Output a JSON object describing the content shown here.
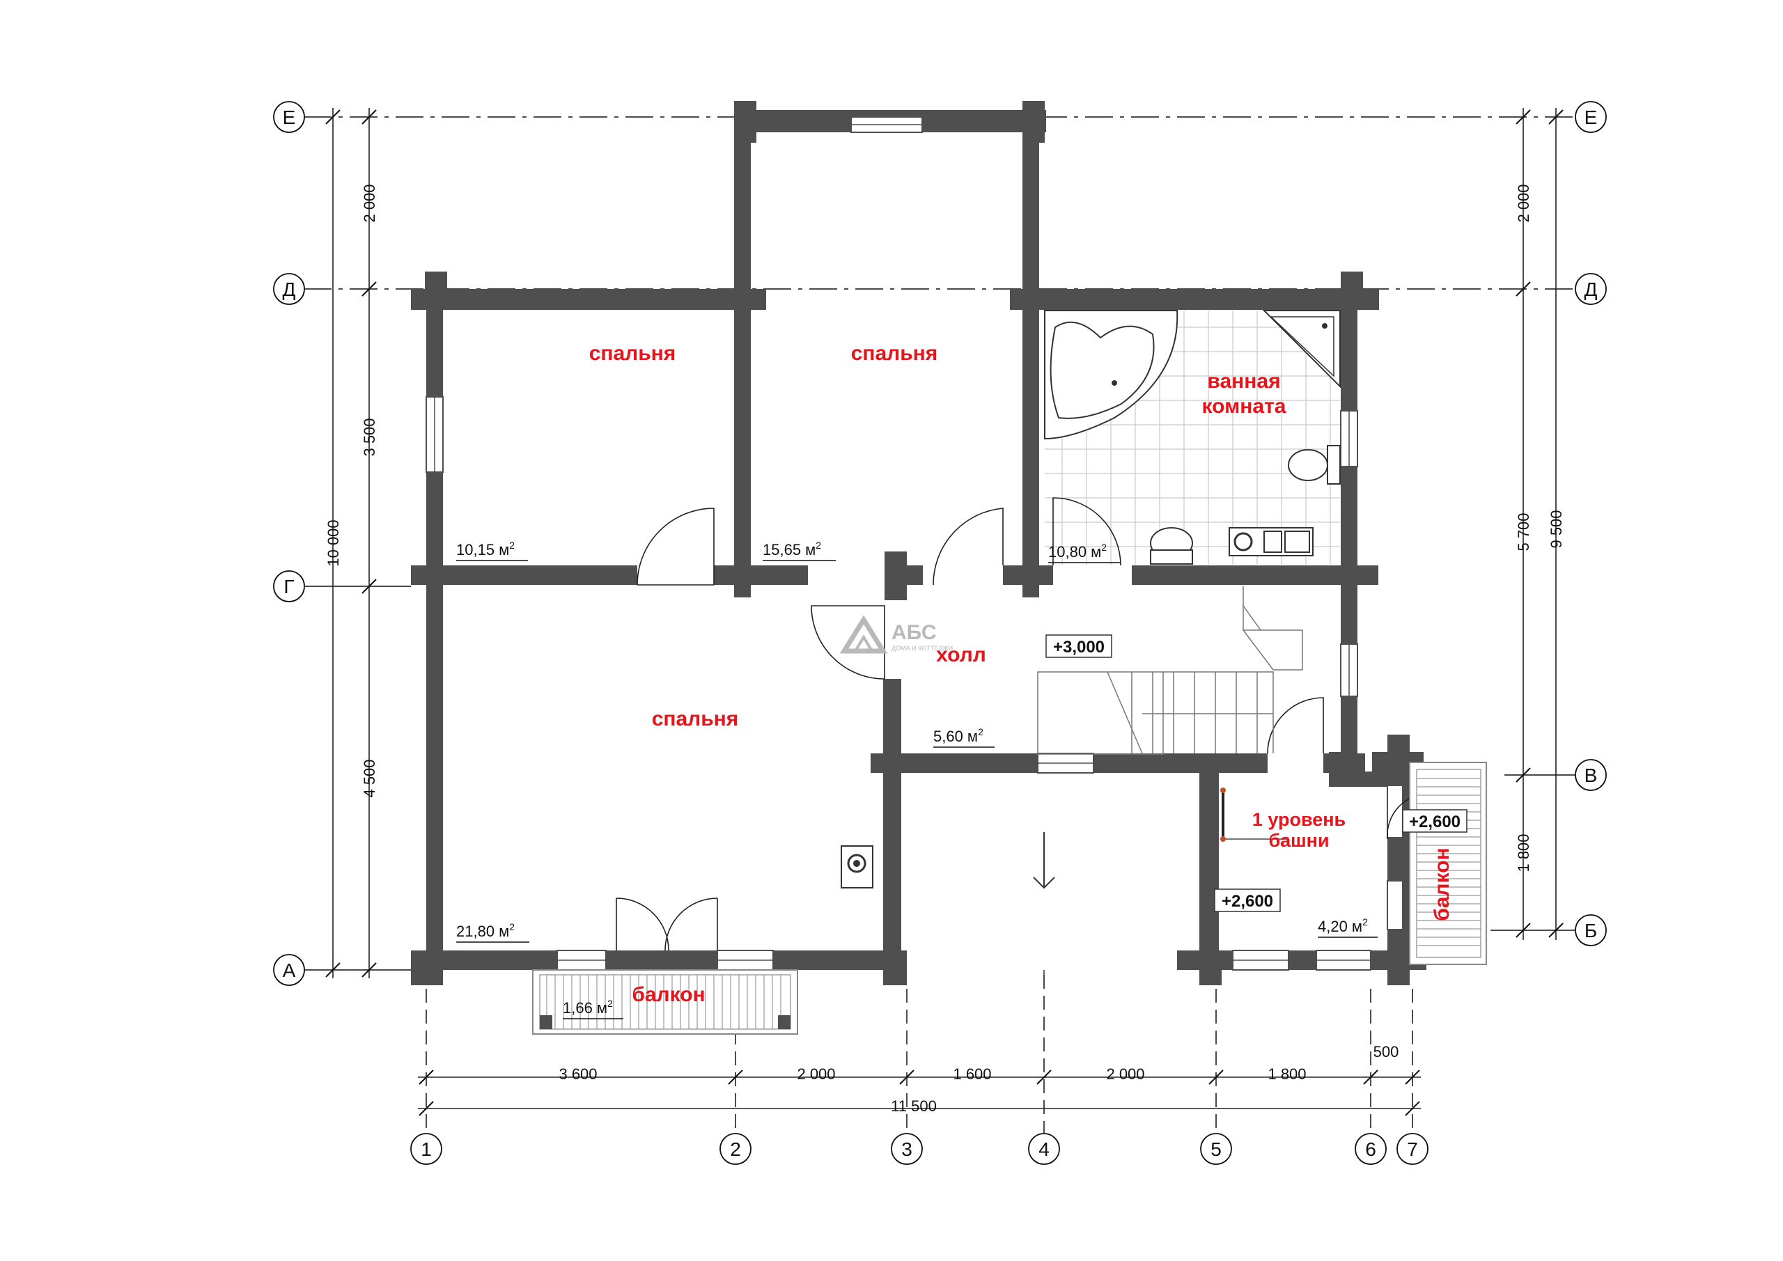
{
  "rooms": {
    "bedroom1": "спальня",
    "bedroom2": "спальня",
    "bedroom3": "спальня",
    "bathroom_line1": "ванная",
    "bathroom_line2": "комната",
    "hall": "холл",
    "tower_line1": "1 уровень",
    "tower_line2": "башни",
    "balcony_bottom": "балкон",
    "balcony_right": "балкон"
  },
  "areas": {
    "bedroom1": "10,15 м",
    "bedroom2": "15,65 м",
    "bathroom": "10,80 м",
    "bedroom3": "21,80 м",
    "hall": "5,60 м",
    "balcony_bottom": "1,66 м",
    "tower": "4,20 м",
    "superscript": "2"
  },
  "levels": {
    "hall": "+3,000",
    "tower": "+2,600",
    "balcony": "+2,600"
  },
  "axes_letters": [
    "Е",
    "Д",
    "Г",
    "В",
    "Б",
    "А"
  ],
  "axes_numbers": [
    "1",
    "2",
    "3",
    "4",
    "5",
    "6",
    "7"
  ],
  "dimensions": {
    "left_outer_total": "10 000",
    "left_inner": [
      "2 000",
      "3 500",
      "4 500"
    ],
    "right_outer_total": "9 500",
    "right_inner": [
      "2 000",
      "5 700",
      "1 800"
    ],
    "bottom_segments": [
      "3 600",
      "2 000",
      "1 600",
      "2 000",
      "1 800",
      "500"
    ],
    "bottom_total": "11 500"
  },
  "logo": {
    "name": "АБС",
    "tagline": "ДОМА И КОТТЕДЖИ"
  },
  "colors": {
    "wall": "#4f4f4f",
    "room_label": "#e8141c",
    "tile": "#c9c9c9"
  }
}
